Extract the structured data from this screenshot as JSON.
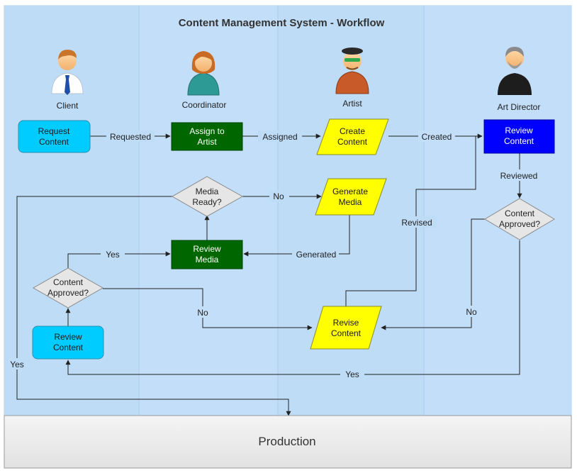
{
  "title": "Content Management System - Workflow",
  "lanes": [
    "Client",
    "Coordinator",
    "Artist",
    "Art Director"
  ],
  "production_label": "Production",
  "nodes": {
    "request_content": [
      "Request",
      "Content"
    ],
    "assign_to_artist": [
      "Assign to",
      "Artist"
    ],
    "create_content": [
      "Create",
      "Content"
    ],
    "review_content_ad": [
      "Review",
      "Content"
    ],
    "media_ready": [
      "Media",
      "Ready?"
    ],
    "generate_media": [
      "Generate",
      "Media"
    ],
    "review_media": [
      "Review",
      "Media"
    ],
    "content_approved_ad": [
      "Content",
      "Approved?"
    ],
    "content_approved_client": [
      "Content",
      "Approved?"
    ],
    "revise_content": [
      "Revise",
      "Content"
    ],
    "review_content_client": [
      "Review",
      "Content"
    ]
  },
  "edge_labels": {
    "requested": "Requested",
    "assigned": "Assigned",
    "created": "Created",
    "reviewed": "Reviewed",
    "media_no": "No",
    "generated": "Generated",
    "revised": "Revised",
    "client_yes": "Yes",
    "client_no": "No",
    "ad_no": "No",
    "ad_yes": "Yes",
    "media_yes": "Yes"
  },
  "colors": {
    "lane_bg": "#bfdcf7",
    "lane_divider": "#a9cbe9",
    "client_box": "#00ccff",
    "coordinator_box": "#006600",
    "artist_box": "#ffff00",
    "art_director_box": "#0000ff",
    "decision": "#e6e6e6",
    "production": "#ececec"
  }
}
